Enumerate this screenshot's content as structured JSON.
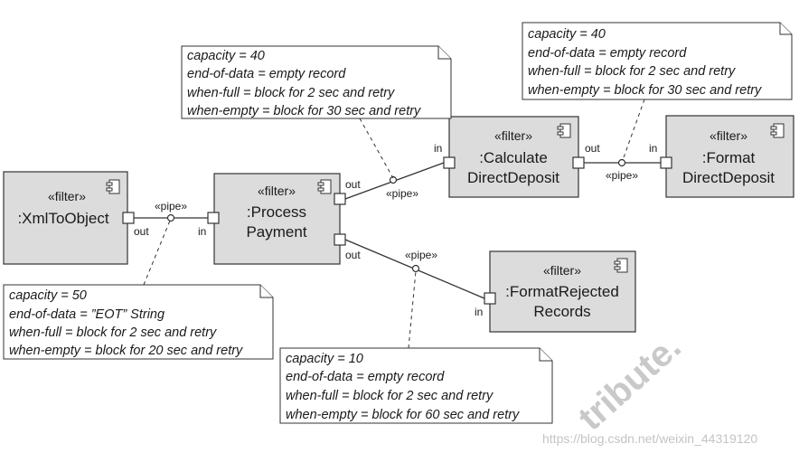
{
  "components": {
    "xml": {
      "stereotype": "«filter»",
      "name": [
        ":XmlToObject"
      ]
    },
    "process": {
      "stereotype": "«filter»",
      "name": [
        ":Process",
        "Payment"
      ]
    },
    "calc": {
      "stereotype": "«filter»",
      "name": [
        ":Calculate",
        "DirectDeposit"
      ]
    },
    "format": {
      "stereotype": "«filter»",
      "name": [
        ":Format",
        "DirectDeposit"
      ]
    },
    "rejected": {
      "stereotype": "«filter»",
      "name": [
        ":FormatRejected",
        "Records"
      ]
    }
  },
  "ports": {
    "xml_out": "out",
    "process_in": "in",
    "process_out_top": "out",
    "process_out_bottom": "out",
    "calc_in": "in",
    "calc_out": "out",
    "format_in": "in",
    "rejected_in": "in"
  },
  "connectors": {
    "pipe_label": "«pipe»"
  },
  "notes": {
    "n1": [
      "capacity = 40",
      "end-of-data = empty record",
      "when-full = block for 2 sec and retry",
      "when-empty = block for 30 sec and retry"
    ],
    "n2": [
      "capacity = 40",
      "end-of-data = empty record",
      "when-full = block for 2 sec and retry",
      "when-empty = block for 30 sec and retry"
    ],
    "n3": [
      "capacity = 50",
      "end-of-data = ”EOT” String",
      "when-full = block for 2 sec and retry",
      "when-empty = block for 20 sec and retry"
    ],
    "n4": [
      "capacity = 10",
      "end-of-data = empty record",
      "when-full = block for 2 sec and retry",
      "when-empty = block for 60 sec and retry"
    ]
  },
  "watermark": {
    "text": "tribute.",
    "url": "https://blog.csdn.net/weixin_44319120"
  }
}
